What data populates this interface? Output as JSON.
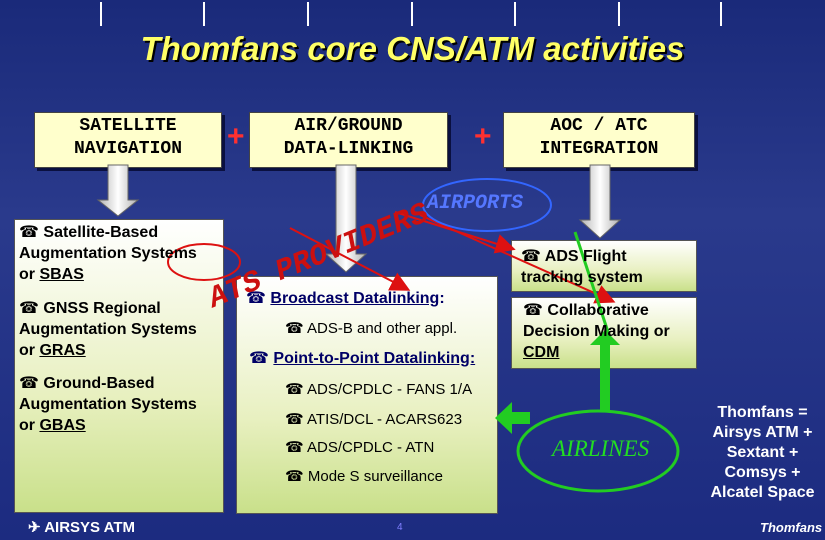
{
  "title": "Thomfans core CNS/ATM activities",
  "boxes": {
    "satnav": [
      "SATELLITE",
      "NAVIGATION"
    ],
    "airground": [
      "AIR/GROUND",
      "DATA-LINKING"
    ],
    "aoc": [
      "AOC / ATC",
      "INTEGRATION"
    ]
  },
  "plus_sign": "+",
  "ats_providers_label": "ATS PROVIDERS",
  "airports_label": "AIRPORTS",
  "airlines_label": "AIRLINES",
  "phone_glyph": "☎",
  "left_panel": {
    "sbas": {
      "line1": "Satellite-Based",
      "line2": "Augmentation Systems",
      "line3_prefix": "or ",
      "acronym": "SBAS"
    },
    "gras": {
      "line1": "GNSS Regional",
      "line2": "Augmentation Systems",
      "line3_prefix": "or ",
      "acronym": "GRAS"
    },
    "gbas": {
      "line1": "Ground-Based",
      "line2": "Augmentation Systems",
      "line3_prefix": "or ",
      "acronym": "GBAS"
    }
  },
  "center_panel": {
    "broadcast": "Broadcast Datalinking",
    "broadcast_suffix": ":",
    "adsb": "ADS-B and other appl.",
    "p2p": "Point-to-Point Datalinking:",
    "fans": "ADS/CPDLC - FANS 1/A",
    "atis": "ATIS/DCL - ACARS623",
    "atn": "ADS/CPDLC - ATN",
    "modes": "Mode S surveillance"
  },
  "right_panels": {
    "ads_flight": [
      "ADS Flight",
      "tracking system"
    ],
    "cdm": {
      "line1": "Collaborative",
      "line2": "Decision Making or",
      "acronym": "CDM"
    }
  },
  "thomfans_equals": [
    "Thomfans =",
    "Airsys ATM +",
    "Sextant +",
    "Comsys +",
    "Alcatel Space"
  ],
  "footer": {
    "logo_text": "AIRSYS ATM",
    "page_number": "4",
    "brand": "Thomfans"
  }
}
